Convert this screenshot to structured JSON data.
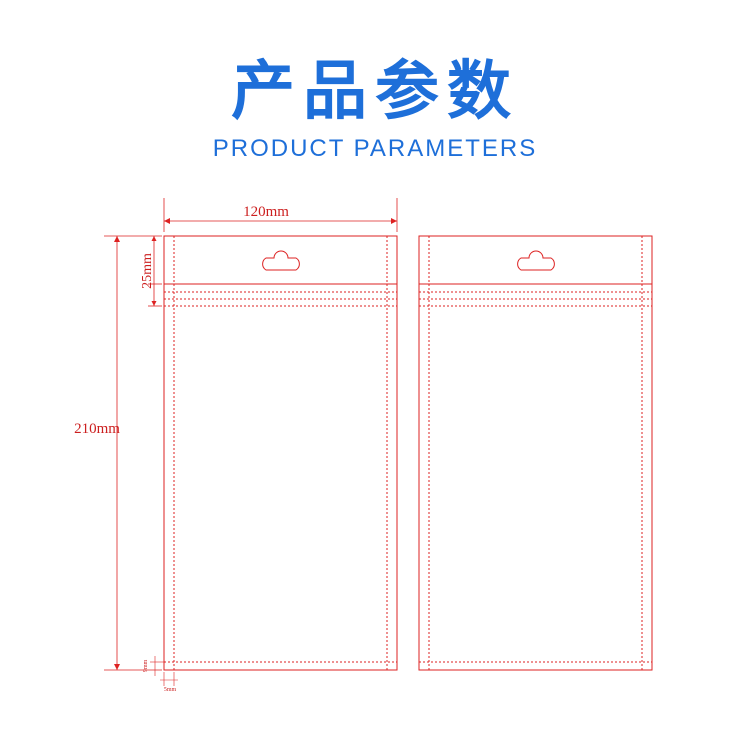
{
  "header": {
    "title_cn": "产品参数",
    "title_en": "PRODUCT PARAMETERS"
  },
  "dimensions": {
    "width": "120mm",
    "height": "210mm",
    "hanger_height": "25mm",
    "bottom_seal": "9mm",
    "side_seal": "5mm"
  },
  "colors": {
    "title": "#1e6fd9",
    "outline": "#cc1f1f"
  }
}
